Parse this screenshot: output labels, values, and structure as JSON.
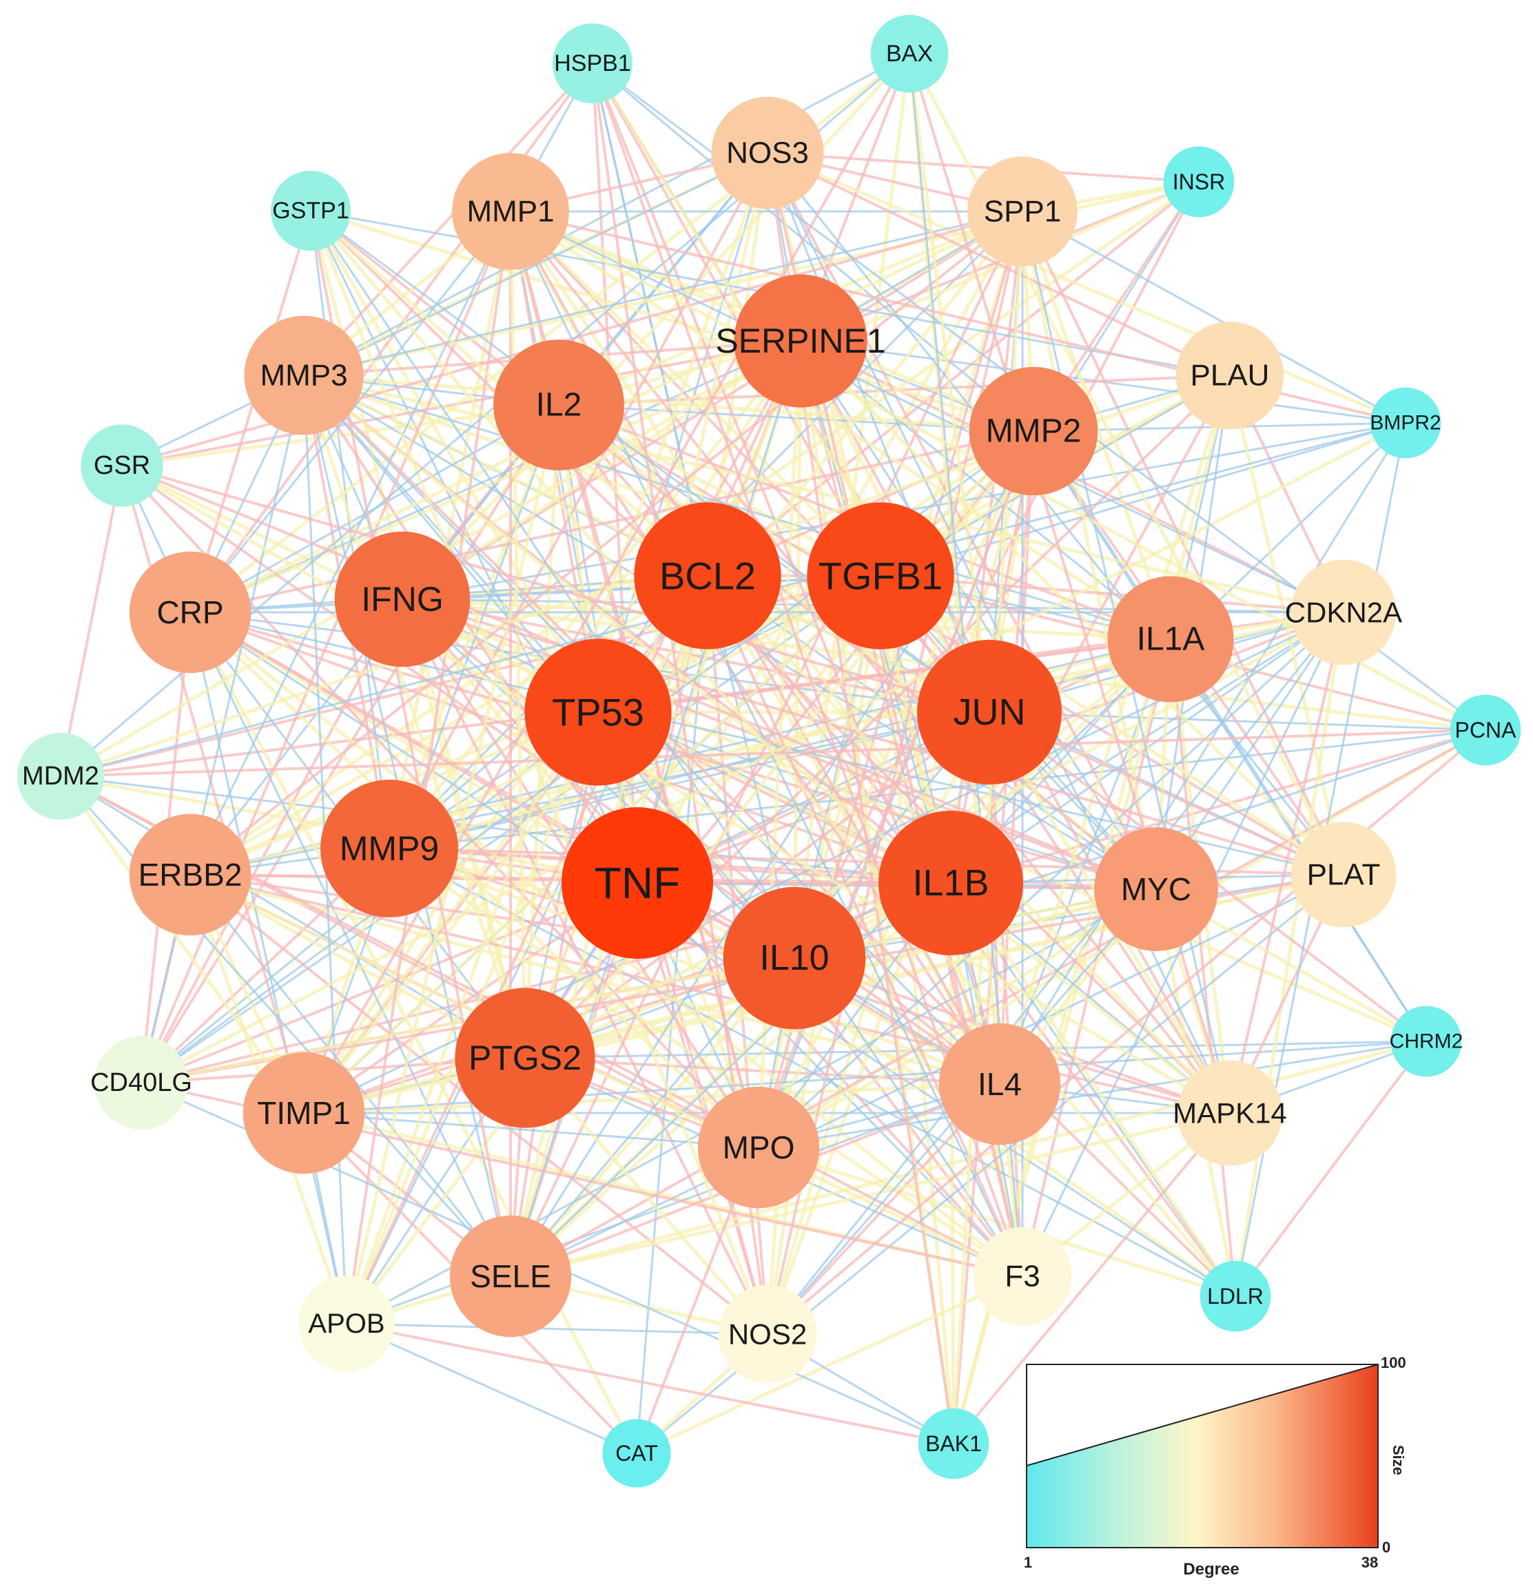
{
  "network": {
    "nodes": [
      {
        "id": "TNF",
        "degree": 38
      },
      {
        "id": "BCL2",
        "degree": 36
      },
      {
        "id": "TGFB1",
        "degree": 36
      },
      {
        "id": "TP53",
        "degree": 36
      },
      {
        "id": "JUN",
        "degree": 35
      },
      {
        "id": "IL1B",
        "degree": 35
      },
      {
        "id": "IL10",
        "degree": 34
      },
      {
        "id": "PTGS2",
        "degree": 33
      },
      {
        "id": "MMP9",
        "degree": 32
      },
      {
        "id": "IFNG",
        "degree": 31
      },
      {
        "id": "SERPINE1",
        "degree": 30
      },
      {
        "id": "IL2",
        "degree": 29
      },
      {
        "id": "MMP2",
        "degree": 28
      },
      {
        "id": "IL1A",
        "degree": 27
      },
      {
        "id": "MYC",
        "degree": 26
      },
      {
        "id": "ERBB2",
        "degree": 25
      },
      {
        "id": "CRP",
        "degree": 25
      },
      {
        "id": "TIMP1",
        "degree": 25
      },
      {
        "id": "MPO",
        "degree": 25
      },
      {
        "id": "IL4",
        "degree": 25
      },
      {
        "id": "SELE",
        "degree": 25
      },
      {
        "id": "MMP3",
        "degree": 24
      },
      {
        "id": "MMP1",
        "degree": 23
      },
      {
        "id": "NOS3",
        "degree": 21
      },
      {
        "id": "SPP1",
        "degree": 20
      },
      {
        "id": "PLAU",
        "degree": 19
      },
      {
        "id": "CDKN2A",
        "degree": 18
      },
      {
        "id": "PLAT",
        "degree": 18
      },
      {
        "id": "MAPK14",
        "degree": 18
      },
      {
        "id": "F3",
        "degree": 15
      },
      {
        "id": "NOS2",
        "degree": 15
      },
      {
        "id": "APOB",
        "degree": 14
      },
      {
        "id": "CD40LG",
        "degree": 13
      },
      {
        "id": "MDM2",
        "degree": 10
      },
      {
        "id": "GSR",
        "degree": 8
      },
      {
        "id": "GSTP1",
        "degree": 7
      },
      {
        "id": "HSPB1",
        "degree": 7
      },
      {
        "id": "BAX",
        "degree": 6
      },
      {
        "id": "INSR",
        "degree": 3
      },
      {
        "id": "BMPR2",
        "degree": 3
      },
      {
        "id": "PCNA",
        "degree": 3
      },
      {
        "id": "CHRM2",
        "degree": 3
      },
      {
        "id": "LDLR",
        "degree": 3
      },
      {
        "id": "BAK1",
        "degree": 3
      },
      {
        "id": "CAT",
        "degree": 2
      }
    ],
    "edge_colors": [
      "#9fc9e8",
      "#f7b9b9",
      "#f7f0b0"
    ]
  },
  "legend": {
    "degree_label": "Degree",
    "size_label": "Size",
    "degree_min": "1",
    "degree_max": "38",
    "size_min": "0",
    "size_max": "100",
    "gradient_colors": [
      "#5fe8ee",
      "#b8f2de",
      "#fff5c8",
      "#fbb98c",
      "#f3724a",
      "#e8401c"
    ]
  }
}
